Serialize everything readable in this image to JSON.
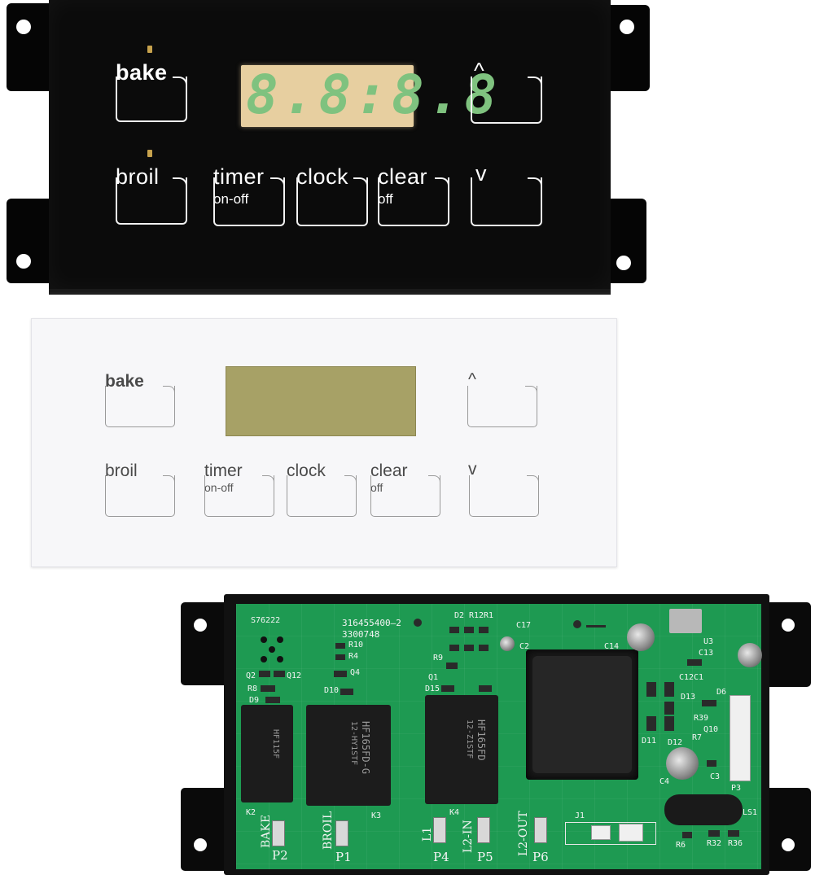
{
  "control_panel": {
    "display_digits": "8.8:8.8",
    "buttons": {
      "bake": "bake",
      "broil": "broil",
      "timer": "timer",
      "timer_sub": "on-off",
      "clock": "clock",
      "clear": "clear",
      "clear_sub": "off",
      "up": "^",
      "down": "v"
    }
  },
  "overlay": {
    "buttons": {
      "bake": "bake",
      "broil": "broil",
      "timer": "timer",
      "timer_sub": "on-off",
      "clock": "clock",
      "clear": "clear",
      "clear_sub": "off",
      "up": "^",
      "down": "v"
    }
  },
  "board": {
    "part_number": "316455400–2",
    "secondary_number": "3300748",
    "corner_code": "S76222",
    "relay_labels": [
      "HF115F",
      "HF165FD-G",
      "HF165FD"
    ],
    "relay_subtexts": [
      "12-HY1STF",
      "12-Z1STF"
    ],
    "ref_labels": {
      "k2": "K2",
      "k3": "K3",
      "k4": "K4",
      "j1": "J1",
      "p3": "P3",
      "ls1": "LS1",
      "q2": "Q2",
      "q12": "Q12",
      "q4": "Q4",
      "q1": "Q1",
      "r8": "R8",
      "r10": "R10",
      "r4": "R4",
      "r12": "R12",
      "r1": "R1",
      "r9": "R9",
      "d2": "D2",
      "d9": "D9",
      "d10": "D10",
      "d15": "D15",
      "c17": "C17",
      "c2": "C2",
      "c14": "C14",
      "c13": "C13",
      "c12": "C12",
      "c1": "C1",
      "c4": "C4",
      "c3": "C3",
      "u3": "U3",
      "d13": "D13",
      "d6": "D6",
      "d11": "D11",
      "d12": "D12",
      "r39": "R39",
      "r7": "R7",
      "q10": "Q10",
      "r6": "R6",
      "r32": "R32",
      "r36": "R36"
    },
    "terminals": [
      {
        "label": "BAKE",
        "pin": "P2"
      },
      {
        "label": "BROIL",
        "pin": "P1"
      },
      {
        "label": "L1",
        "pin": "P4"
      },
      {
        "label": "L2-IN",
        "pin": "P5"
      },
      {
        "label": "L2-OUT",
        "pin": "P6"
      }
    ]
  },
  "colors": {
    "panel_black": "#0b0b0b",
    "vfd_window": "#e7cfa0",
    "vfd_digits": "#7fc27f",
    "led_amber": "#c7a24d",
    "overlay_white": "#f7f7f9",
    "lcd_window": "#a7a166",
    "pcb_green": "#1e9a52"
  }
}
